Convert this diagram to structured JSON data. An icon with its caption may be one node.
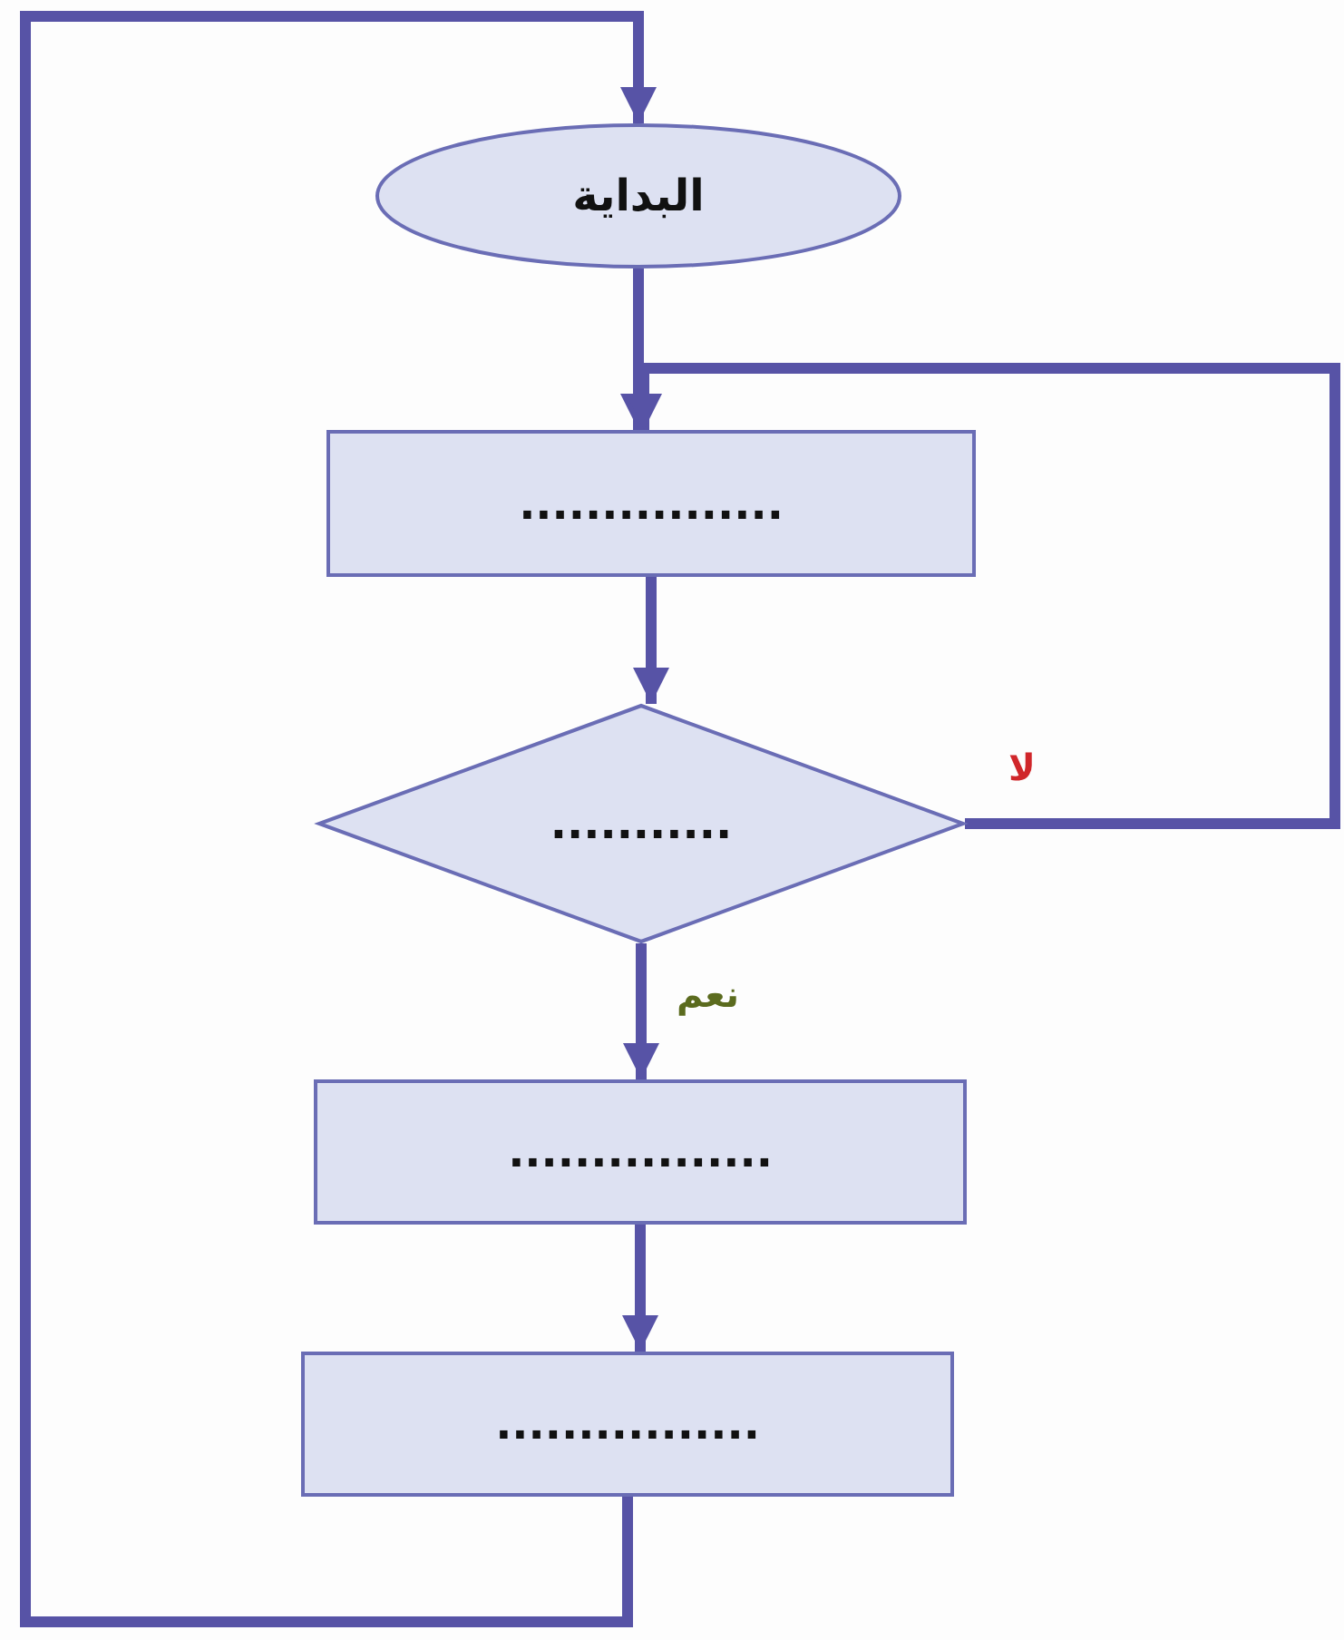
{
  "diagram": {
    "nodes": [
      {
        "text": [
          "البداية"
        ]
      },
      {
        "text": [
          "................"
        ]
      },
      {
        "text": [
          "..........."
        ]
      },
      {
        "text": [
          "................"
        ]
      },
      {
        "text": [
          "................"
        ]
      }
    ],
    "edges": [
      {
        "from": 0,
        "to": 1,
        "arrow": "to"
      },
      {
        "from": 1,
        "to": 2,
        "arrow": "to"
      },
      {
        "from": 2,
        "to": 3,
        "arrow": "to",
        "label": "نعم"
      },
      {
        "from": 3,
        "to": 4,
        "arrow": "to"
      },
      {
        "from": 2,
        "to": 1,
        "arrow": "to",
        "label": "لا"
      },
      {
        "from": 4,
        "to": 0,
        "arrow": "to"
      }
    ]
  }
}
